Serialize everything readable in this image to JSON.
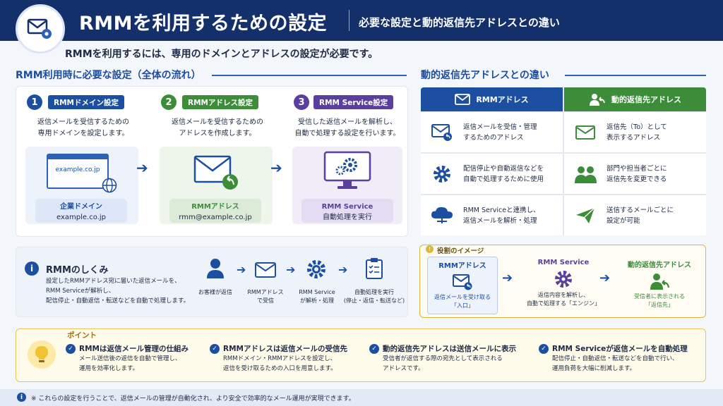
{
  "header": {
    "title": "RMMを利用するための設定",
    "subtitle": "必要な設定と動的返信先アドレスとの違い"
  },
  "lead": "RMMを利用するには、専用のドメインとアドレスの設定が必要です。",
  "flow": {
    "title": "RMM利用時に必要な設定（全体の流れ）",
    "steps": [
      {
        "num": "1",
        "label": "RMMドメイン設定",
        "desc1": "返信メールを受信するための",
        "desc2": "専用ドメインを設定します。",
        "illus_text": "example.co.jp",
        "cap1": "企業ドメイン",
        "cap2": "example.co.jp"
      },
      {
        "num": "2",
        "label": "RMMアドレス設定",
        "desc1": "返信メールを受信するための",
        "desc2": "アドレスを作成します。",
        "cap1": "RMMアドレス",
        "cap2": "rmm@example.co.jp"
      },
      {
        "num": "3",
        "label": "RMM Service設定",
        "desc1": "受信した返信メールを解析し、",
        "desc2": "自動で処理する設定を行います。",
        "cap1": "RMM Service",
        "cap2": "自動処理を実行"
      }
    ]
  },
  "mechanism": {
    "title": "RMMのしくみ",
    "desc1": "設定したRMMアドレス宛に届いた返信メールを、",
    "desc2": "RMM Serviceが解析し、",
    "desc3": "配信停止・自動返信・転送などを自動で処理します。",
    "steps": [
      {
        "l1": "お客様が返信",
        "l2": ""
      },
      {
        "l1": "RMMアドレス",
        "l2": "で受信"
      },
      {
        "l1": "RMM Service",
        "l2": "が解析・処理"
      },
      {
        "l1": "自動処理を実行",
        "l2": "(停止・返信・転送など)"
      }
    ]
  },
  "compare": {
    "title": "動的返信先アドレスとの違い",
    "col1": "RMMアドレス",
    "col2": "動的返信先アドレス",
    "rows": [
      {
        "a1": "返信メールを受信・管理",
        "a2": "するためのアドレス",
        "b1": "返信先（To）として",
        "b2": "表示するアドレス"
      },
      {
        "a1": "配信停止や自動返信などを",
        "a2": "自動で処理するために使用",
        "b1": "部門や担当者ごとに",
        "b2": "返信先を変更できる"
      },
      {
        "a1": "RMM Serviceと連携し、",
        "a2": "返信メールを解析・処理",
        "b1": "送信するメールごとに",
        "b2": "設定が可能"
      }
    ]
  },
  "roles": {
    "title": "役割のイメージ",
    "items": [
      {
        "name": "RMMアドレス",
        "d1": "返信メールを受け取る",
        "d2": "「入口」"
      },
      {
        "name": "RMM Service",
        "d1": "返信内容を解析し、",
        "d2": "自動で処理する「エンジン」"
      },
      {
        "name": "動的返信先アドレス",
        "d1": "受信者に表示される",
        "d2": "「返信先」"
      }
    ]
  },
  "points": {
    "title": "ポイント",
    "items": [
      {
        "head": "RMMは返信メール管理の仕組み",
        "b1": "メール送信後の返信を自動で管理し、",
        "b2": "運用を効率化します。"
      },
      {
        "head": "RMMアドレスは返信メールの受信先",
        "b1": "RMMドメイン・RMMアドレスを設定し、",
        "b2": "返信を受け取るための入口を用意します。"
      },
      {
        "head": "動的返信先アドレスは送信メールに表示",
        "b1": "受信者が返信する際の宛先として表示される",
        "b2": "アドレスです。"
      },
      {
        "head": "RMM Serviceが返信メールを自動処理",
        "b1": "配信停止・自動返信・転送などを自動で行い、",
        "b2": "運用負荷を大幅に削減します。"
      }
    ]
  },
  "footer": "※ これらの設定を行うことで、返信メールの管理が自動化され、より安全で効率的なメール運用が実現できます。",
  "colors": {
    "navy": "#14306b",
    "blue": "#1d4fa0",
    "green": "#3d8c3a",
    "purple": "#5b3f9e",
    "gold": "#e0b53a"
  }
}
